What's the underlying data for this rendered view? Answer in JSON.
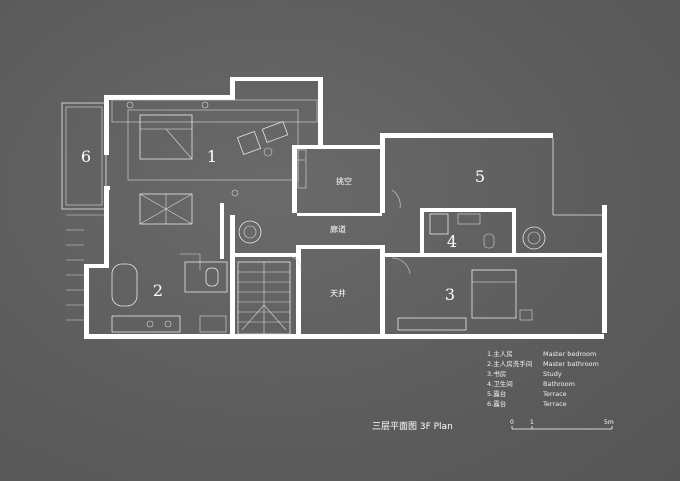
{
  "rooms": {
    "r1": "1",
    "r2": "2",
    "r3": "3",
    "r4": "4",
    "r5": "5",
    "r6": "6",
    "void_upper": "挑空",
    "corridor": "廊道",
    "courtyard": "天井"
  },
  "legend": [
    {
      "zh": "1.主人房",
      "en": "Master bedroom"
    },
    {
      "zh": "2.主人房洗手间",
      "en": "Master bathroom"
    },
    {
      "zh": "3.书房",
      "en": "Study"
    },
    {
      "zh": "4.卫生间",
      "en": "Bathroom"
    },
    {
      "zh": "5.露台",
      "en": "Terrace"
    },
    {
      "zh": "6.露台",
      "en": "Terrace"
    }
  ],
  "plan_title": "三层平面图 3F Plan",
  "scale": {
    "zero": "0",
    "one": "1",
    "five": "5m"
  },
  "colors": {
    "background": "#5f5f5f",
    "wall": "#ffffff"
  }
}
